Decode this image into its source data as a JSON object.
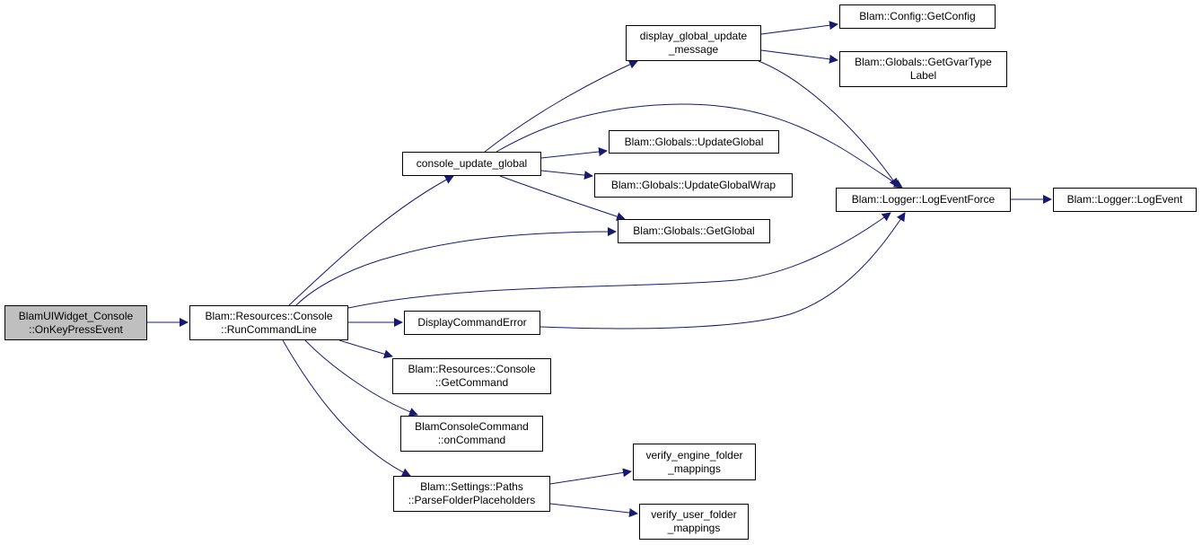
{
  "colors": {
    "edge": "#191970",
    "root_fill": "#bfbfbf",
    "node_fill": "#ffffff",
    "border": "#000000"
  },
  "nodes": {
    "root": {
      "line1": "BlamUIWidget_Console",
      "line2": "::OnKeyPressEvent"
    },
    "run": {
      "line1": "Blam::Resources::Console",
      "line2": "::RunCommandLine"
    },
    "cug": {
      "line1": "console_update_global"
    },
    "dgum": {
      "line1": "display_global_update",
      "line2": "_message"
    },
    "getconfig": {
      "line1": "Blam::Config::GetConfig"
    },
    "gvartype": {
      "line1": "Blam::Globals::GetGvarType",
      "line2": "Label"
    },
    "update": {
      "line1": "Blam::Globals::UpdateGlobal"
    },
    "wrap": {
      "line1": "Blam::Globals::UpdateGlobalWrap"
    },
    "getglobal": {
      "line1": "Blam::Globals::GetGlobal"
    },
    "lef": {
      "line1": "Blam::Logger::LogEventForce"
    },
    "le": {
      "line1": "Blam::Logger::LogEvent"
    },
    "dce": {
      "line1": "DisplayCommandError"
    },
    "getcmd": {
      "line1": "Blam::Resources::Console",
      "line2": "::GetCommand"
    },
    "oncmd": {
      "line1": "BlamConsoleCommand",
      "line2": "::onCommand"
    },
    "pfp": {
      "line1": "Blam::Settings::Paths",
      "line2": "::ParseFolderPlaceholders"
    },
    "vefm": {
      "line1": "verify_engine_folder",
      "line2": "_mappings"
    },
    "vufm": {
      "line1": "verify_user_folder",
      "line2": "_mappings"
    }
  }
}
